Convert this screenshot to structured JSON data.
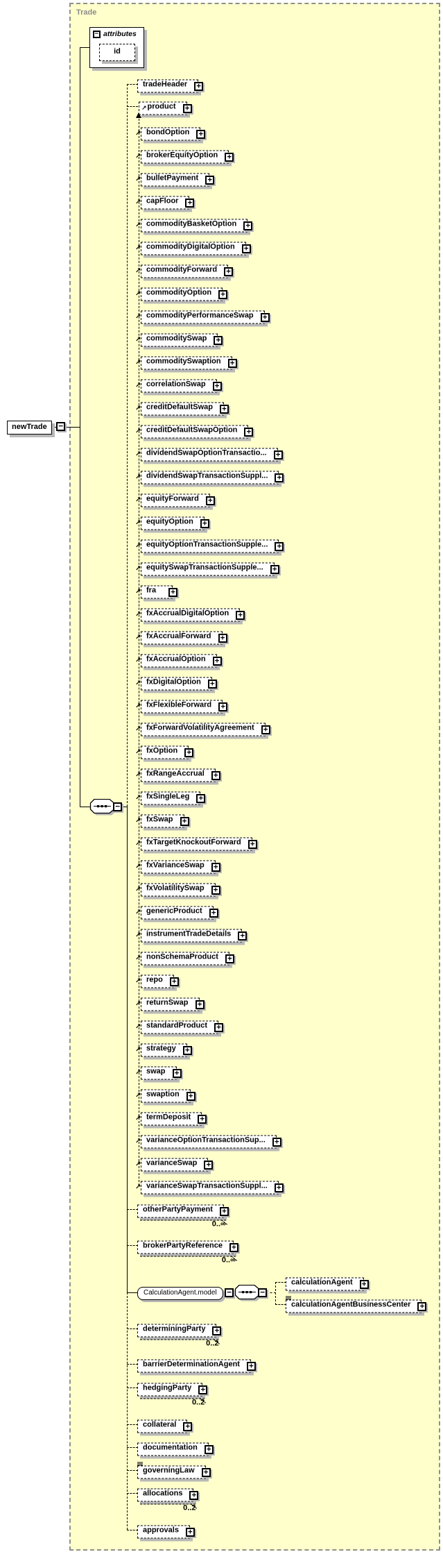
{
  "container": {
    "label": "Trade"
  },
  "root": {
    "label": "newTrade"
  },
  "attributes": {
    "label": "attributes",
    "fields": [
      {
        "name": "id"
      }
    ]
  },
  "top_children": [
    {
      "name": "tradeHeader"
    },
    {
      "name": "product",
      "substitution_head": true
    }
  ],
  "substitution_members": [
    {
      "name": "bondOption"
    },
    {
      "name": "brokerEquityOption"
    },
    {
      "name": "bulletPayment"
    },
    {
      "name": "capFloor"
    },
    {
      "name": "commodityBasketOption"
    },
    {
      "name": "commodityDigitalOption"
    },
    {
      "name": "commodityForward"
    },
    {
      "name": "commodityOption"
    },
    {
      "name": "commodityPerformanceSwap"
    },
    {
      "name": "commoditySwap"
    },
    {
      "name": "commoditySwaption"
    },
    {
      "name": "correlationSwap"
    },
    {
      "name": "creditDefaultSwap"
    },
    {
      "name": "creditDefaultSwapOption"
    },
    {
      "name": "dividendSwapOptionTransactio..."
    },
    {
      "name": "dividendSwapTransactionSuppl..."
    },
    {
      "name": "equityForward"
    },
    {
      "name": "equityOption"
    },
    {
      "name": "equityOptionTransactionSupple..."
    },
    {
      "name": "equitySwapTransactionSupple..."
    },
    {
      "name": "fra"
    },
    {
      "name": "fxAccrualDigitalOption"
    },
    {
      "name": "fxAccrualForward"
    },
    {
      "name": "fxAccrualOption"
    },
    {
      "name": "fxDigitalOption"
    },
    {
      "name": "fxFlexibleForward"
    },
    {
      "name": "fxForwardVolatilityAgreement"
    },
    {
      "name": "fxOption"
    },
    {
      "name": "fxRangeAccrual"
    },
    {
      "name": "fxSingleLeg"
    },
    {
      "name": "fxSwap"
    },
    {
      "name": "fxTargetKnockoutForward"
    },
    {
      "name": "fxVarianceSwap"
    },
    {
      "name": "fxVolatilitySwap"
    },
    {
      "name": "genericProduct"
    },
    {
      "name": "instrumentTradeDetails"
    },
    {
      "name": "nonSchemaProduct"
    },
    {
      "name": "repo"
    },
    {
      "name": "returnSwap"
    },
    {
      "name": "standardProduct"
    },
    {
      "name": "strategy"
    },
    {
      "name": "swap"
    },
    {
      "name": "swaption"
    },
    {
      "name": "termDeposit"
    },
    {
      "name": "varianceOptionTransactionSup..."
    },
    {
      "name": "varianceSwap"
    },
    {
      "name": "varianceSwapTransactionSuppl..."
    }
  ],
  "bottom_children": [
    {
      "name": "otherPartyPayment",
      "occurrence": "0..∞"
    },
    {
      "name": "brokerPartyReference",
      "occurrence": "0..∞"
    },
    {
      "name": "CalculationAgent.model",
      "type": "model-group",
      "children": [
        {
          "name": "calculationAgent"
        },
        {
          "name": "calculationAgentBusinessCenter",
          "multiple": true
        }
      ]
    },
    {
      "name": "determiningParty",
      "occurrence": "0..2"
    },
    {
      "name": "barrierDeterminationAgent"
    },
    {
      "name": "hedgingParty",
      "occurrence": "0..2"
    },
    {
      "name": "collateral"
    },
    {
      "name": "documentation"
    },
    {
      "name": "governingLaw",
      "multiple": true
    },
    {
      "name": "allocations",
      "occurrence": "0..2"
    },
    {
      "name": "approvals"
    }
  ],
  "icons": {
    "collapse": "−",
    "expand": "+",
    "substitution_arrow": "↗",
    "compositor": "sequence"
  }
}
